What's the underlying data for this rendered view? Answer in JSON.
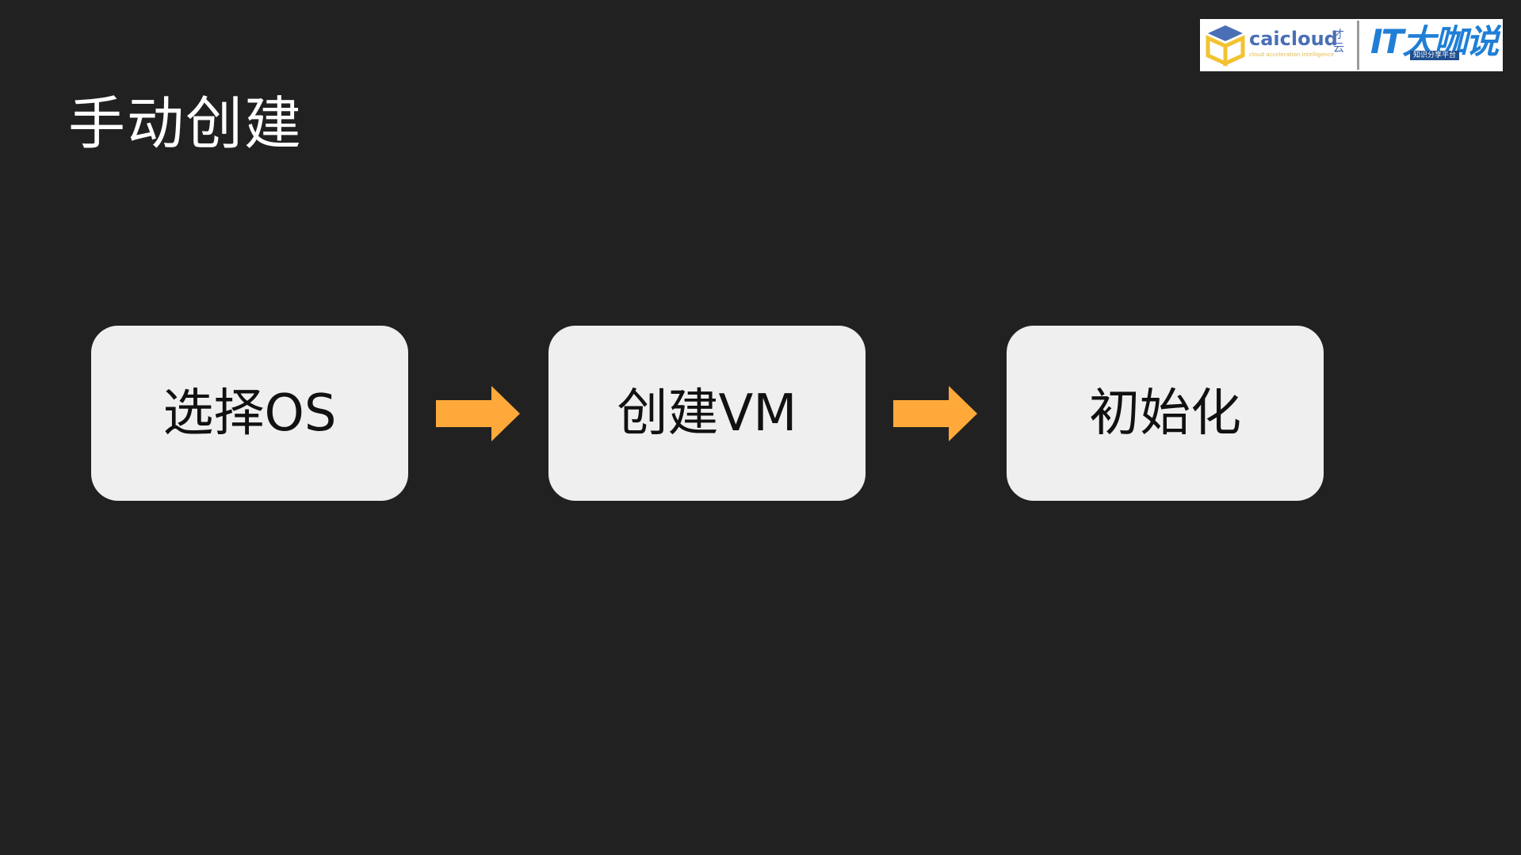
{
  "slide": {
    "title": "手动创建"
  },
  "logos": {
    "caicloud": {
      "word": "caicloud",
      "cn": "才云",
      "tagline": "cloud acceleration intelligence"
    },
    "itdakashuo": {
      "word": "IT大咖说",
      "tagline": "知识分享平台"
    }
  },
  "flow": {
    "steps": [
      {
        "label": "选择OS"
      },
      {
        "label": "创建VM"
      },
      {
        "label": "初始化"
      }
    ],
    "arrow_color": "#ffa93a"
  },
  "colors": {
    "background": "#212121",
    "box": "#efefef",
    "arrow": "#ffa93a",
    "title": "#ffffff"
  }
}
